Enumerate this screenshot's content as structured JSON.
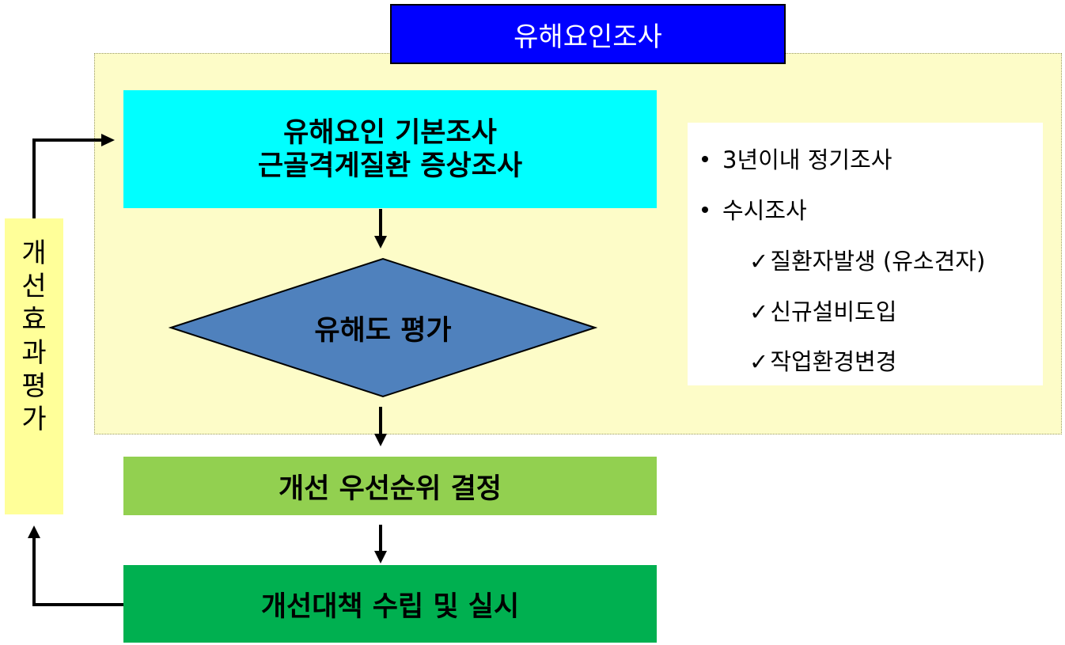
{
  "survey": {
    "title": "유해요인조사",
    "basic_line1": "유해요인 기본조사",
    "basic_line2": "근골격계질환 증상조사",
    "bullets": [
      {
        "text": "3년이내 정기조사"
      },
      {
        "text": "수시조사"
      }
    ],
    "subitems": [
      {
        "text": "질환자발생 (유소견자)"
      },
      {
        "text": "신규설비도입"
      },
      {
        "text": "작업환경변경"
      }
    ]
  },
  "flow": {
    "assessment": "유해도 평가",
    "priority": "개선 우선순위 결정",
    "countermeasure": "개선대책 수립 및 실시"
  },
  "evaluation": {
    "chars": [
      "개",
      "선",
      "효",
      "과",
      "평",
      "가"
    ]
  },
  "colors": {
    "title_bg": "#0000ff",
    "survey_area_bg": "#fdfcc8",
    "basic_box_bg": "#00ffff",
    "diamond_fill": "#4f81bd",
    "priority_bg": "#92d050",
    "countermeasure_bg": "#00b050",
    "evaluation_bg": "#ffff99"
  }
}
